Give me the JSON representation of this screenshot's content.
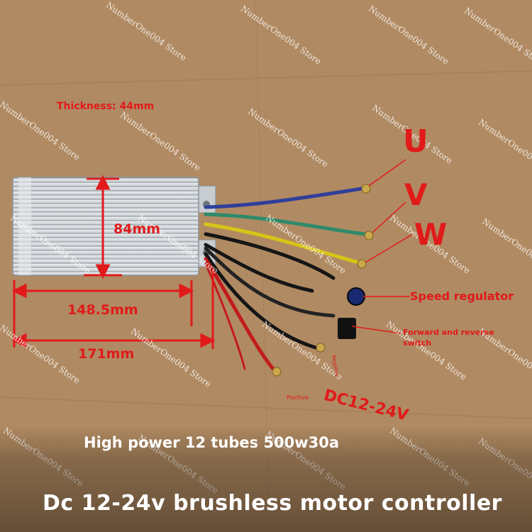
{
  "image": {
    "thickness_label": "Thickness: 44mm",
    "height_label": "84mm",
    "inner_length_label": "148.5mm",
    "outer_length_label": "171mm",
    "phase_labels": [
      "U",
      "V",
      "W"
    ],
    "speed_label": "Speed regulator",
    "switch_label_line1": "Forward and reverse",
    "switch_label_line2": "switch",
    "positive_label": "Positive",
    "negative_label": "Negative",
    "voltage_label": "DC12-24V",
    "power_text": "High power 12 tubes 500w30a",
    "title": "Dc 12-24v brushless motor controller",
    "watermark": "NumberOne004 Store"
  },
  "colors": {
    "cardboard": "#b08a62",
    "annotation_red": "#e11a1a",
    "caption_white": "#ffffff",
    "aluminum": "#d9dde0"
  }
}
